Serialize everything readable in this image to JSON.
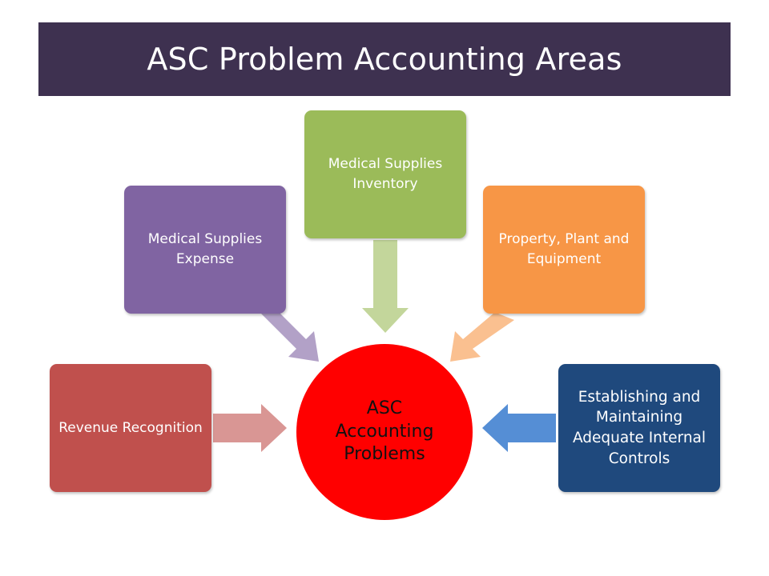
{
  "title": "ASC Problem Accounting Areas",
  "colors": {
    "title_bar": "#3e3150",
    "center": "#ff0000",
    "revenue": "#c0504d",
    "expense": "#8064a2",
    "inventory": "#9bbb59",
    "ppe": "#f79646",
    "controls": "#1f497d"
  },
  "center": {
    "label": "ASC Accounting Problems"
  },
  "areas": [
    {
      "label": "Revenue Recognition"
    },
    {
      "label": "Medical Supplies Expense"
    },
    {
      "label": "Medical Supplies Inventory"
    },
    {
      "label": "Property, Plant and Equipment"
    },
    {
      "label": "Establishing and Maintaining Adequate Internal Controls"
    }
  ]
}
